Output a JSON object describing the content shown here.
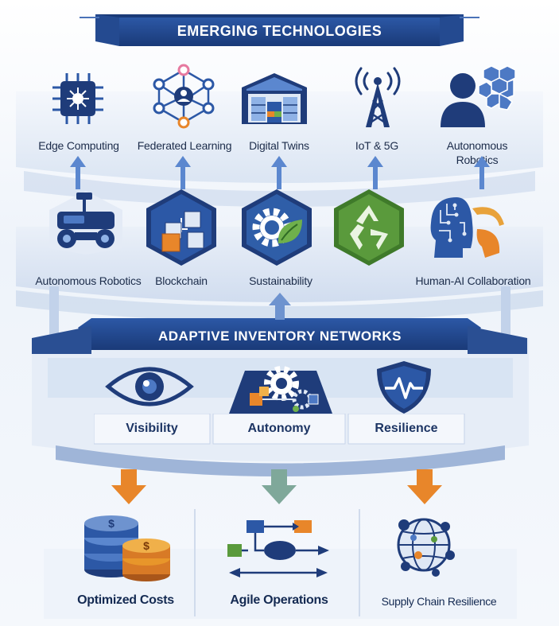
{
  "top_banner": {
    "title": "EMERGING TECHNOLOGIES"
  },
  "tech_row": [
    {
      "label": "Edge Computing",
      "icon": "chip-icon"
    },
    {
      "label": "Federated Learning",
      "icon": "network-nodes-icon"
    },
    {
      "label": "Digital Twins",
      "icon": "warehouse-icon"
    },
    {
      "label": "IoT & 5G",
      "icon": "antenna-tower-icon"
    },
    {
      "label": "Autonomous Robotics",
      "icon": "human-ai-head-icon"
    }
  ],
  "enabler_row": [
    {
      "label": "Autonomous Robotics",
      "icon": "robot-vehicle-icon"
    },
    {
      "label": "Blockchain",
      "icon": "blockchain-cubes-icon"
    },
    {
      "label": "Sustainability",
      "icon": "gear-leaf-icon"
    },
    {
      "label": "",
      "icon": "recycle-icon"
    },
    {
      "label": "Human-AI Collaboration",
      "icon": "circuit-head-icon"
    }
  ],
  "mid_banner": {
    "title": "ADAPTIVE INVENTORY NETWORKS"
  },
  "pillars": [
    {
      "label": "Visibility",
      "icon": "eye-icon"
    },
    {
      "label": "Autonomy",
      "icon": "gears-flow-icon"
    },
    {
      "label": "Resilience",
      "icon": "shield-pulse-icon"
    }
  ],
  "outcomes": [
    {
      "label": "Optimized Costs",
      "icon": "coins-icon"
    },
    {
      "label": "Agile Operations",
      "icon": "workflow-icon"
    },
    {
      "label": "Supply Chain Resilience",
      "icon": "globe-network-icon"
    }
  ],
  "colors": {
    "navy": "#1f3c7a",
    "blue": "#2f5ea8",
    "light_blue": "#dfe8f5",
    "orange": "#e8862a",
    "green": "#5a8f3c",
    "teal_arrow": "#7fa89a"
  }
}
